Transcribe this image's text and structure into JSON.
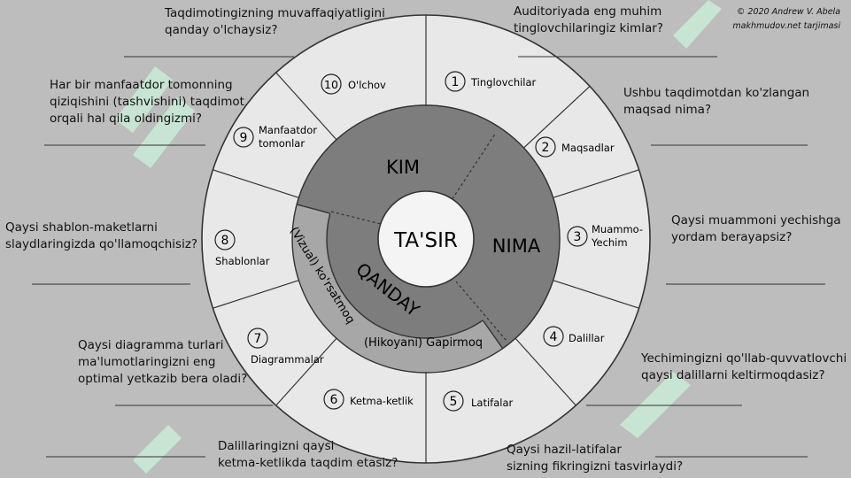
{
  "credit": {
    "line1": "© 2020 Andrew V. Abela",
    "line2": "makhmudov.net tarjimasi"
  },
  "center": {
    "label": "TA'SIR",
    "kim": "KIM",
    "nima": "NIMA",
    "qanday": "QANDAY",
    "vizual": "(Vizual) ko'rsatmoq",
    "hikoyani": "(Hikoyani) Gapirmoq"
  },
  "segments": [
    {
      "num": "1",
      "label": "Tinglovchilar"
    },
    {
      "num": "2",
      "label": "Maqsadlar"
    },
    {
      "num": "3",
      "label": "Muammo-\nYechim"
    },
    {
      "num": "4",
      "label": "Dalillar"
    },
    {
      "num": "5",
      "label": "Latifalar"
    },
    {
      "num": "6",
      "label": "Ketma-ketlik"
    },
    {
      "num": "7",
      "label": "Diagrammalar"
    },
    {
      "num": "8",
      "label": "Shablonlar"
    },
    {
      "num": "9",
      "label": "Manfaatdor\ntomonlar"
    },
    {
      "num": "10",
      "label": "O'lchov"
    }
  ],
  "questions": [
    "Taqdimotingizning muvaffaqiyatligini\nqanday o'lchaysiz?",
    "Auditoriyada eng muhim\ntinglovchilaringiz kimlar?",
    "Har bir manfaatdor tomonning\nqiziqishini (tashvishini) taqdimot\norqali hal qila oldingizmi?",
    "Ushbu taqdimotdan ko'zlangan\nmaqsad nima?",
    "Qaysi shablon-maketlarni\nslaydlaringizda qo'llamoqchisiz?",
    "Qaysi muammoni yechishga\nyordam berayapsiz?",
    "Qaysi diagramma turlari\nma'lumotlaringizni eng\noptimal yetkazib bera oladi?",
    "Yechimingizni qo'llab-quvvatlovchi\nqaysi dalillarni keltirmoqdasiz?",
    "Dalillaringizni qaysi\nketma-ketlikda taqdim etasiz?",
    "Qaysi hazil-latifalar\nsizning fikringizni tasvirlaydi?"
  ],
  "colors": {
    "background": "#bdbdbd",
    "outer_ring": "#e8e8e8",
    "inner_ring": "#a7a7a7",
    "dark_disc": "#7d7d7d",
    "center": "#f4f4f4",
    "watermark": "#c9ecd6"
  }
}
